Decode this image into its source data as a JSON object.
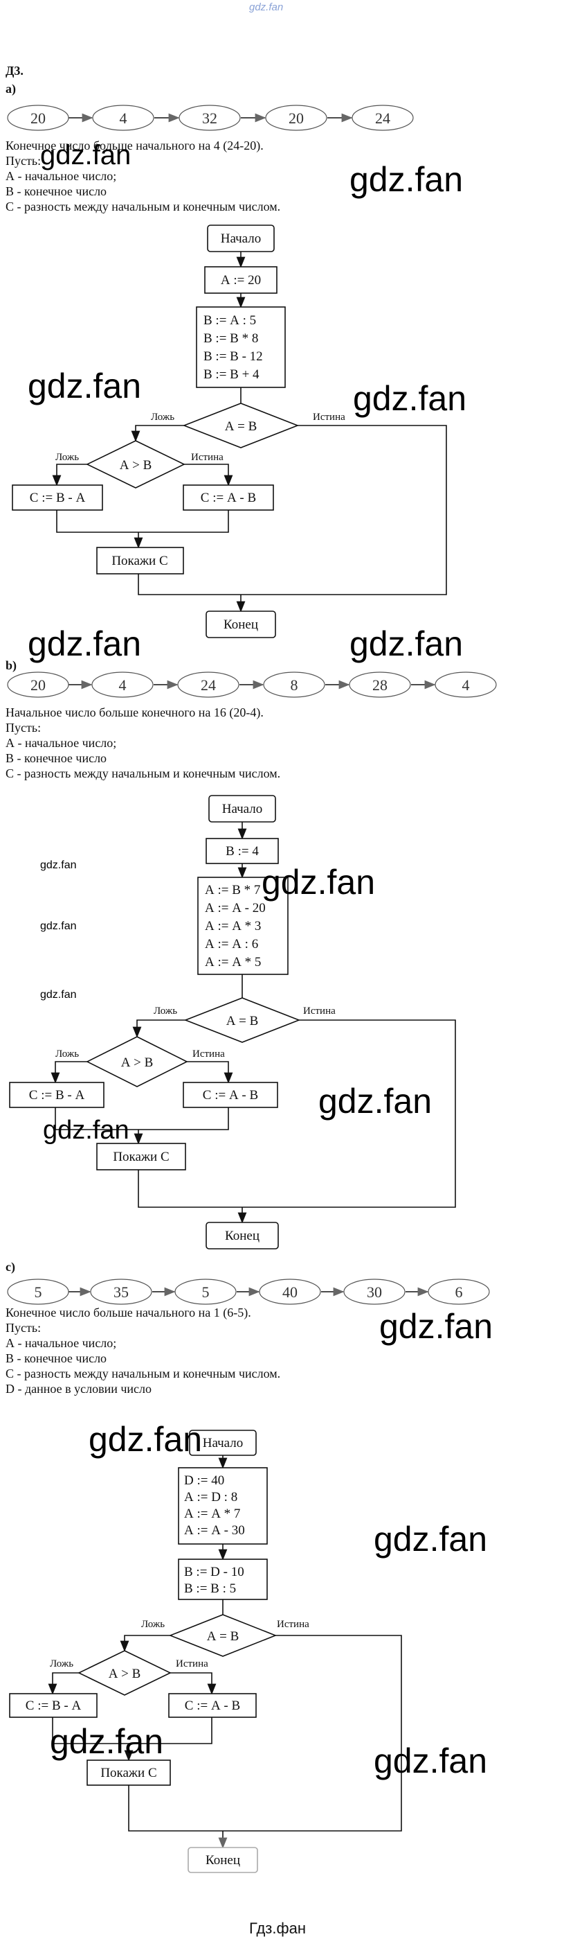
{
  "header": {
    "top_watermark": "gdz.fan",
    "task_id": "Д3."
  },
  "watermark": {
    "large": "gdz.fan",
    "small": "gdz.fan",
    "footer": "Гдз.фан"
  },
  "section_a": {
    "label": "а)",
    "chain": [
      "20",
      "4",
      "32",
      "20",
      "24"
    ],
    "lines": [
      "Конечное число больше начального на 4 (24-20).",
      "Пусть:",
      "А - начальное число;",
      "В - конечное число",
      "С - разность между начальным и конечным числом."
    ],
    "flow": {
      "start": "Начало",
      "assign": [
        "А := 20"
      ],
      "ops": [
        "В := А : 5",
        "В := В * 8",
        "В := В - 12",
        "В := В + 4"
      ],
      "cond1": "А = В",
      "false": "Ложь",
      "true": "Истина",
      "cond2": "А > В",
      "left": "С := В - А",
      "right": "С := А - В",
      "show": "Покажи С",
      "end": "Конец"
    }
  },
  "section_b": {
    "label": "b)",
    "chain": [
      "20",
      "4",
      "24",
      "8",
      "28",
      "4"
    ],
    "lines": [
      "Начальное число больше конечного на 16 (20-4).",
      "Пусть:",
      "А - начальное число;",
      "В - конечное число",
      "С - разность между начальным и конечным числом."
    ],
    "flow": {
      "start": "Начало",
      "assign": [
        "В := 4"
      ],
      "ops": [
        "А := В * 7",
        "А := А - 20",
        "А := А * 3",
        "А := А : 6",
        "А := А * 5"
      ],
      "cond1": "А = В",
      "false": "Ложь",
      "true": "Истина",
      "cond2": "А > В",
      "left": "С := В - А",
      "right": "С := А - В",
      "show": "Покажи С",
      "end": "Конец"
    }
  },
  "section_c": {
    "label": "c)",
    "chain": [
      "5",
      "35",
      "5",
      "40",
      "30",
      "6"
    ],
    "lines": [
      "Конечное число больше начального на 1 (6-5).",
      "Пусть:",
      "А - начальное число;",
      "В - конечное число",
      "С - разность между начальным и конечным числом.",
      "D - данное в условии число"
    ],
    "flow": {
      "start": "Начало",
      "assign": [
        "D := 40",
        "А := D : 8",
        "А := А * 7",
        "А := А - 30"
      ],
      "ops": [
        "В := D - 10",
        "В := В : 5"
      ],
      "cond1": "А = В",
      "false": "Ложь",
      "true": "Истина",
      "cond2": "А > В",
      "left": "С := В - А",
      "right": "С := А - В",
      "show": "Покажи С",
      "end": "Конец"
    }
  }
}
